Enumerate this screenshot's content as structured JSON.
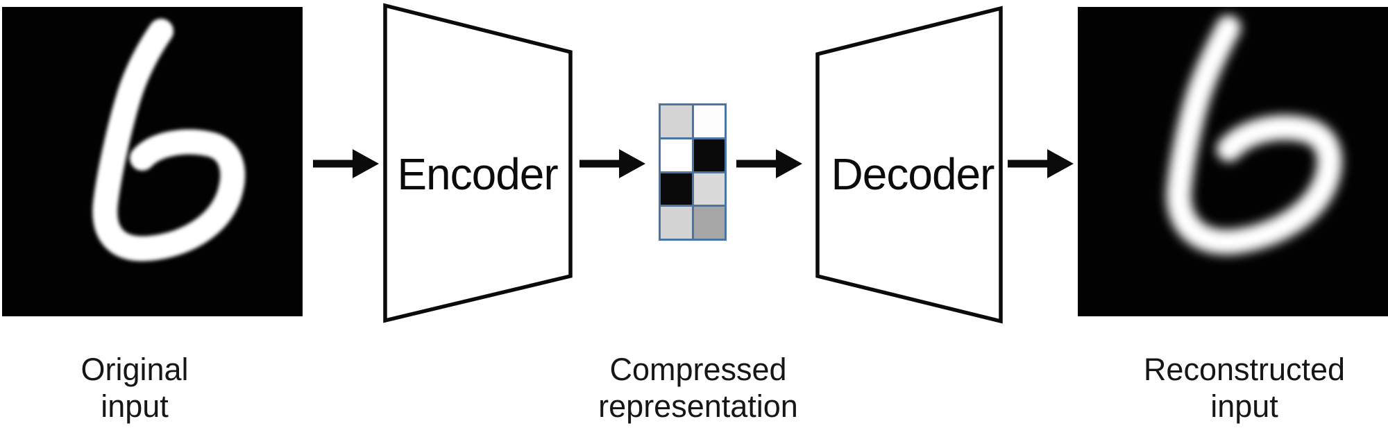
{
  "blocks": {
    "encoder_label": "Encoder",
    "decoder_label": "Decoder",
    "stroke_color": "#0b0b0b",
    "fill_color": "#ffffff"
  },
  "captions": {
    "original": {
      "line1": "Original",
      "line2": "input"
    },
    "compressed": {
      "line1": "Compressed",
      "line2": "representation"
    },
    "reconstructed": {
      "line1": "Reconstructed",
      "line2": "input"
    }
  },
  "images": {
    "original_digit": "6",
    "reconstructed_digit": "6",
    "background_color": "#020202",
    "digit_color": "#ffffff"
  },
  "compressed_grid": {
    "rows": 4,
    "cols": 2,
    "border_color": "#4a74a4",
    "cells": [
      "#d4d4d4",
      "#fdfdfd",
      "#fefefe",
      "#0a0a0a",
      "#0a0a0a",
      "#dadada",
      "#d3d3d3",
      "#a6a6a6"
    ]
  },
  "arrows": {
    "count": 4,
    "color": "#0b0b0b"
  }
}
